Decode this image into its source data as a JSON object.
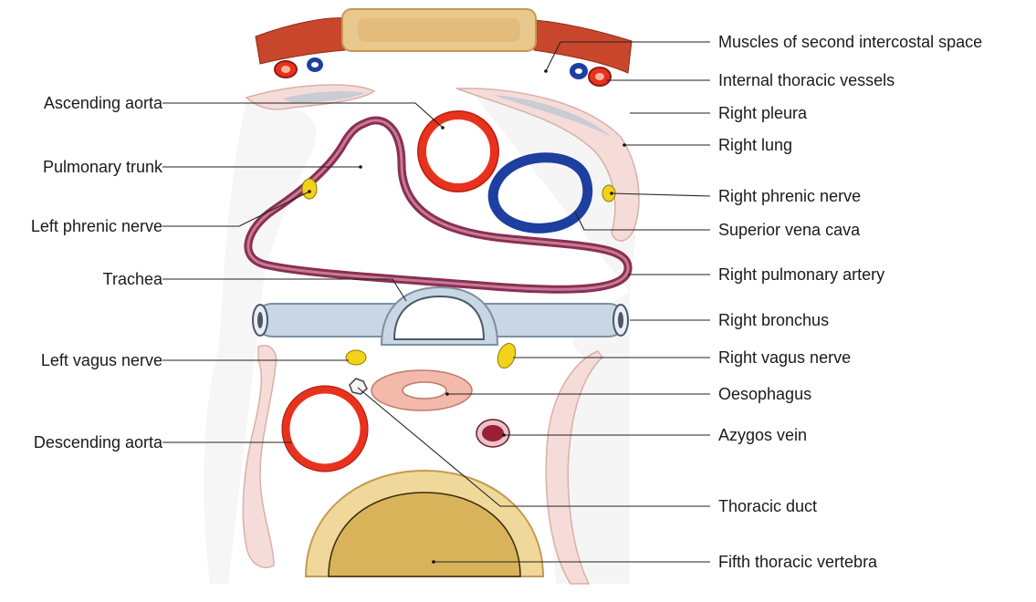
{
  "diagram": {
    "left_labels": {
      "ascending_aorta": "Ascending aorta",
      "pulmonary_trunk": "Pulmonary trunk",
      "left_phrenic_nerve": "Left phrenic nerve",
      "trachea": "Trachea",
      "left_vagus_nerve": "Left vagus nerve",
      "descending_aorta": "Descending aorta"
    },
    "right_labels": {
      "muscles_intercostal": "Muscles of second intercostal space",
      "internal_thoracic_vessels": "Internal thoracic vessels",
      "right_pleura": "Right pleura",
      "right_lung": "Right lung",
      "right_phrenic_nerve": "Right phrenic nerve",
      "superior_vena_cava": "Superior vena cava",
      "right_pulmonary_artery": "Right pulmonary artery",
      "right_bronchus": "Right bronchus",
      "right_vagus_nerve": "Right vagus nerve",
      "oesophagus": "Oesophagus",
      "azygos_vein": "Azygos vein",
      "thoracic_duct": "Thoracic duct",
      "fifth_thoracic_vertebra": "Fifth thoracic vertebra"
    },
    "colors": {
      "aorta": "#e8321e",
      "vena_cava": "#1d3fa0",
      "pulmonary": "#8a2f52",
      "muscle": "#c8462c",
      "sternum": "#e9c88e",
      "nerve": "#f2d21a",
      "pleura": "#f5dcd8",
      "lung": "#e6e6e6",
      "trachea": "#c9d6e4",
      "oesophagus": "#f3b9ab",
      "vertebra": "#d9b35a",
      "azygos": "#9b2035"
    }
  }
}
